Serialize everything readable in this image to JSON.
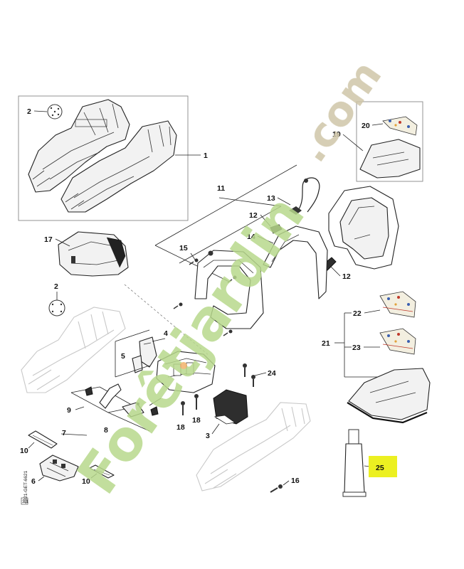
{
  "labels": {
    "p1": "1",
    "p2a": "2",
    "p2b": "2",
    "p3": "3",
    "p4": "4",
    "p5": "5",
    "p6": "6",
    "p7": "7",
    "p8": "8",
    "p9": "9",
    "p10a": "10",
    "p10b": "10",
    "p11": "11",
    "p12a": "12",
    "p12b": "12",
    "p13": "13",
    "p14": "14",
    "p15": "15",
    "p16": "16",
    "p17": "17",
    "p18a": "18",
    "p18b": "18",
    "p19": "19",
    "p20": "20",
    "p21": "21",
    "p22": "22",
    "p23": "23",
    "p24": "24",
    "p25": "25"
  },
  "document_code": "4821-GET-6621",
  "document_code_suffix": "3.1",
  "watermark": {
    "brand": "Forêtjardin",
    "tld": ".com",
    "colors": [
      "#b8d98c",
      "#f1b26a",
      "#cfc6a8"
    ]
  },
  "highlight_color": "#ecf021"
}
